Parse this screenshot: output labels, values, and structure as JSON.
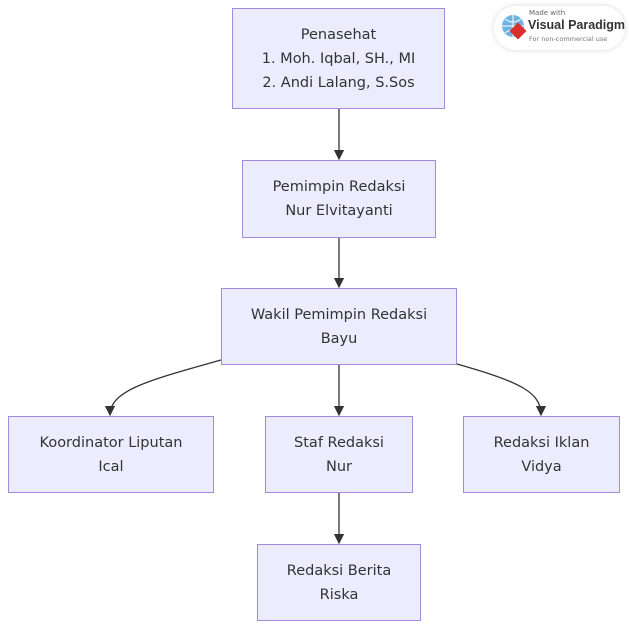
{
  "nodes": {
    "penasehat": {
      "lines": [
        "Penasehat",
        "1. Moh. Iqbal, SH., MI",
        "2. Andi Lalang, S.Sos"
      ]
    },
    "pemimpin": {
      "lines": [
        "Pemimpin Redaksi",
        "Nur Elvitayanti"
      ]
    },
    "wakil": {
      "lines": [
        "Wakil Pemimpin Redaksi",
        "Bayu"
      ]
    },
    "koordinator": {
      "lines": [
        "Koordinator Liputan",
        "Ical"
      ]
    },
    "staf": {
      "lines": [
        "Staf Redaksi",
        "Nur"
      ]
    },
    "iklan": {
      "lines": [
        "Redaksi Iklan",
        "Vidya"
      ]
    },
    "berita": {
      "lines": [
        "Redaksi Berita",
        "Riska"
      ]
    }
  },
  "edges": [
    [
      "penasehat",
      "pemimpin"
    ],
    [
      "pemimpin",
      "wakil"
    ],
    [
      "wakil",
      "koordinator"
    ],
    [
      "wakil",
      "staf"
    ],
    [
      "wakil",
      "iklan"
    ],
    [
      "staf",
      "berita"
    ]
  ],
  "colors": {
    "node_fill": "#ececff",
    "node_stroke": "#a48ad8",
    "edge": "#333333",
    "text": "#333333"
  },
  "watermark": {
    "line1": "Made with",
    "line2": "Visual Paradigm",
    "line3": "For non-commercial use"
  }
}
